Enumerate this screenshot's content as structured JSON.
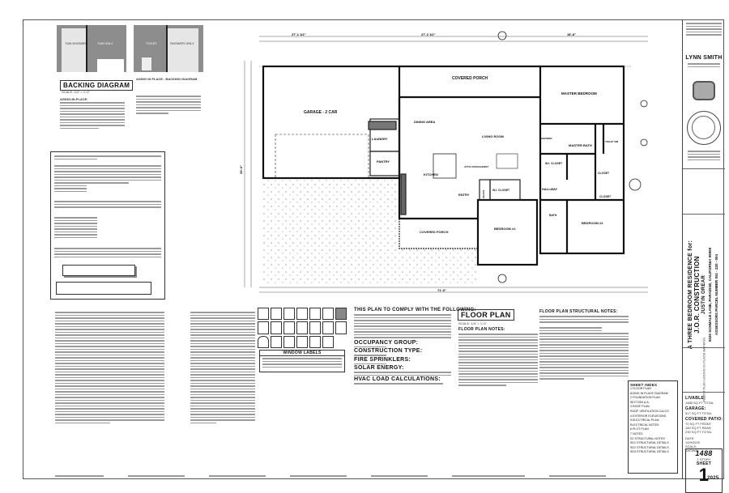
{
  "backing": {
    "panel1_label_a": "TUB-SHOWER",
    "panel1_label_b": "TUB ONLY",
    "panel2_label_a": "TOILET",
    "panel2_label_b": "SHOWER ONLY",
    "title": "BACKING DIAGRAM",
    "scale": "SCALE: 1/4\" = 1'-0\"",
    "notes_title": "AGING-IN-PLACE:",
    "notes2_title": "AGING IN PLACE - BACKING DIAGRAM"
  },
  "plan": {
    "rooms": {
      "garage": "GARAGE - 2 CAR",
      "porch_top": "COVERED PORCH",
      "dining": "DINING AREA",
      "living": "LIVING ROOM",
      "master_bed": "MASTER BEDROOM",
      "laundry": "LAUNDRY",
      "pantry": "PANTRY",
      "kitchen": "KITCHEN",
      "master_bath": "MASTER BATH",
      "wi_closet_1": "W.I. CLOSET",
      "toilet": "TOILET RM",
      "closet_1": "CLOSET",
      "entry": "ENTRY",
      "coats": "COATS",
      "wi_closet_2": "W.I. CLOSET",
      "hallway": "HALLWAY",
      "bedroom2": "BEDROOM #2",
      "bath": "BATH",
      "bedroom3": "BEDROOM #3",
      "closet_2": "CLOSET",
      "porch_bottom": "COVERED PORCH",
      "shower": "SHOWER",
      "attic": "ATTIC PASSAGEWAY"
    },
    "dims": {
      "top_left": "27'-1 1/2\"",
      "top_mid": "27'-2 1/2\"",
      "top_right": "18'-8\"",
      "overall": "71'-0\"",
      "left": "33'-0\""
    }
  },
  "notes": {
    "comply_title": "THIS PLAN TO COMPLY WITH THE FOLLOWING:",
    "occupancy": "OCCUPANCY GROUP:",
    "construction": "CONSTRUCTION TYPE:",
    "sprinklers": "FIRE SPRINKLERS:",
    "solar": "SOLAR ENERGY:",
    "hvac": "HVAC LOAD CALCULATIONS:",
    "floor_plan_title": "FLOOR PLAN",
    "floor_plan_scale": "SCALE: 1/4\" = 1'-0\"",
    "floor_plan_notes": "FLOOR PLAN NOTES:",
    "structural_title": "FLOOR PLAN STRUCTURAL NOTES:",
    "window_labels": "WINDOW LABELS",
    "sheet_index_title": "SHEET INDEX",
    "sheet_index": [
      "1 FLOOR PLAN",
      "AGING IN PLACE DIAGRAM",
      "2 FOUNDATION PLAN",
      "SECTION A-A",
      "3 ROOF PLAN",
      "ROOF VENTILATION CALCS",
      "4 EXTERIOR ELEVATIONS",
      "5 ELECTRICAL PLAN",
      "ELECTRICAL NOTES",
      "6 PLOT PLAN",
      "7 NOTES",
      "S1 STRUCTURAL NOTES",
      "SD1 STRUCTURAL DETAILS",
      "SD2 STRUCTURAL DETAILS",
      "SD3 STRUCTURAL DETAILS"
    ]
  },
  "title_block": {
    "firm": "LYNN SMITH",
    "project_line1": "A THREE BEDROOM RESIDENCE for:",
    "project_line2": "J.O.R. CONSTRUCTION",
    "project_line3": "JUSTIN OREAR",
    "address": "5526 SCHMALE LANE, PARADISE, CALIFORNIA 95969",
    "parcel": "ASSESSORS PARCEL NUMBER 051 - 220 - 004",
    "sheet_desc": "FLOOR PLAN / AGING IN PLACE BACKING",
    "livable_label": "LIVABLE:",
    "livable": "1488 SQ FT TOTAL",
    "garage_label": "GARAGE:",
    "garage": "517 SQ FT TOTAL",
    "patio_label": "COVERED PATIO:",
    "patio_front": "70 SQ FT FRONT",
    "patio_rear": "160 SQ FT REAR",
    "patio_total": "230 SQ FT TOTAL",
    "date_label": "DATE:",
    "date": "12/9/2025",
    "scale_label": "SCALE:",
    "scale": "SHOWN",
    "sqft": "1488",
    "stories": "1 STORY",
    "sheet_label": "SHEET",
    "sheet_no": "1",
    "year": "2025"
  }
}
